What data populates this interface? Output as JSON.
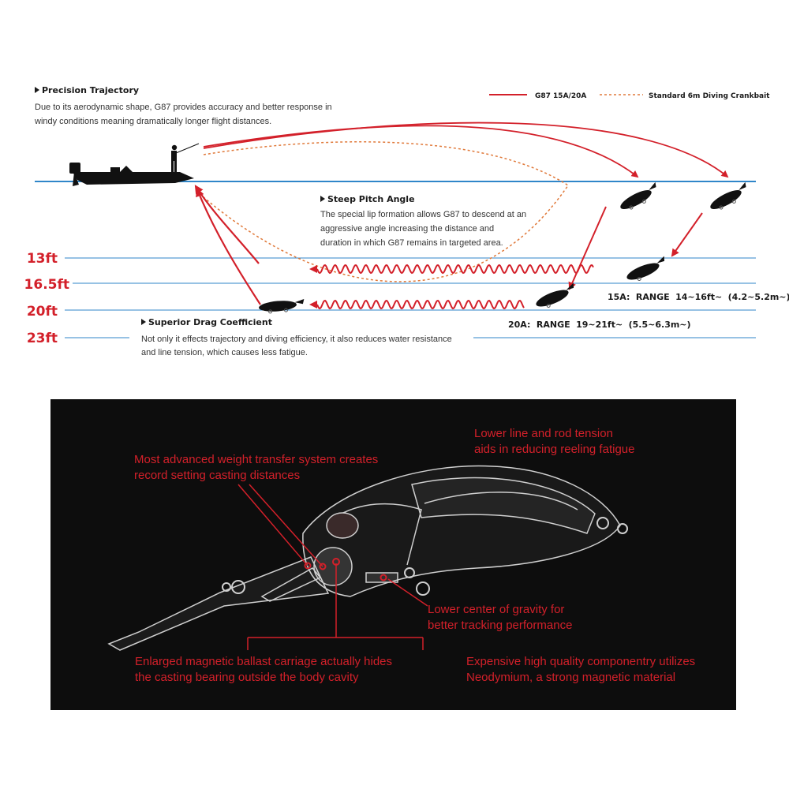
{
  "legend": {
    "g87": "G87 15A/20A",
    "standard": "Standard 6m Diving Crankbait"
  },
  "trajectory": {
    "title": "Precision Trajectory",
    "body_line1": "Due to its aerodynamic shape, G87 provides accuracy and better response in",
    "body_line2": "windy conditions meaning dramatically longer flight distances."
  },
  "pitch": {
    "title": "Steep Pitch Angle",
    "body_line1": "The special lip formation allows G87 to descend at an",
    "body_line2": "aggressive angle increasing the distance and",
    "body_line3": "duration in which G87 remains in targeted area."
  },
  "drag": {
    "title": "Superior Drag Coefficient",
    "body_line1": "Not only it effects trajectory and diving efficiency, it also reduces water resistance",
    "body_line2": "and line tension, which causes less fatigue."
  },
  "depths": [
    "13ft",
    "16.5ft",
    "20ft",
    "23ft"
  ],
  "range_15a": {
    "model": "15A:",
    "range_word": "RANGE",
    "range": "14~16ft~",
    "metric": "(4.2~5.2m~)"
  },
  "range_20a": {
    "model": "20A:",
    "range_word": "RANGE",
    "range": "19~21ft~",
    "metric": "(5.5~6.3m~)"
  },
  "annotations": {
    "weight_line1": "Most advanced weight transfer system creates",
    "weight_line2": "record setting casting distances",
    "tension_line1": "Lower line and rod tension",
    "tension_line2": "aids in reducing reeling fatigue",
    "gravity_line1": "Lower center of gravity for",
    "gravity_line2": "better tracking performance",
    "ballast_line1": "Enlarged magnetic ballast carriage actually hides",
    "ballast_line2": "the casting bearing outside the body cavity",
    "magnet_line1": "Expensive high quality componentry utilizes",
    "magnet_line2": "Neodymium, a strong magnetic material"
  },
  "colors": {
    "accent_red": "#d3202a",
    "dashed_orange": "#e0793a",
    "water_blue": "#2f86c9",
    "panel_black": "#0d0d0d"
  }
}
